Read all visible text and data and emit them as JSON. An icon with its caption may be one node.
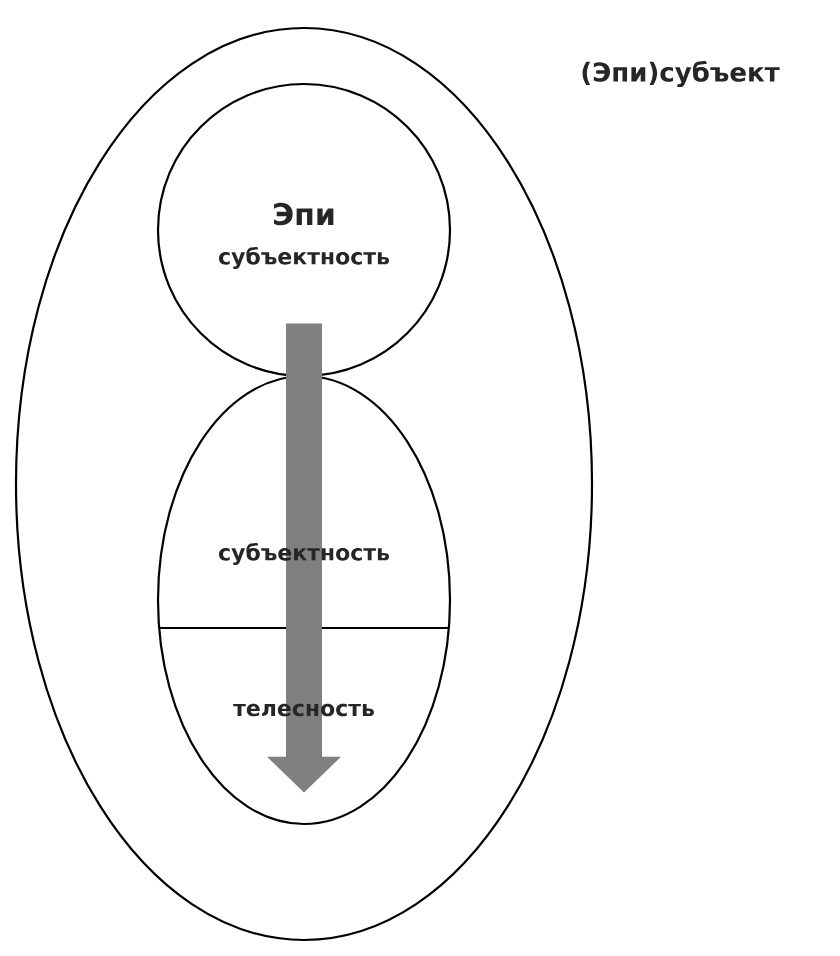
{
  "diagram": {
    "nodes": [
      {
        "text": [
          "(Эпи)субъект"
        ]
      },
      {
        "text": [
          "Эпи",
          "субъектность"
        ],
        "in": 0
      },
      {
        "text": [
          "субъектность",
          "телесность"
        ],
        "in": 0
      }
    ],
    "edges": [
      {
        "from": 1,
        "to": 2,
        "arrow": "to"
      }
    ]
  }
}
